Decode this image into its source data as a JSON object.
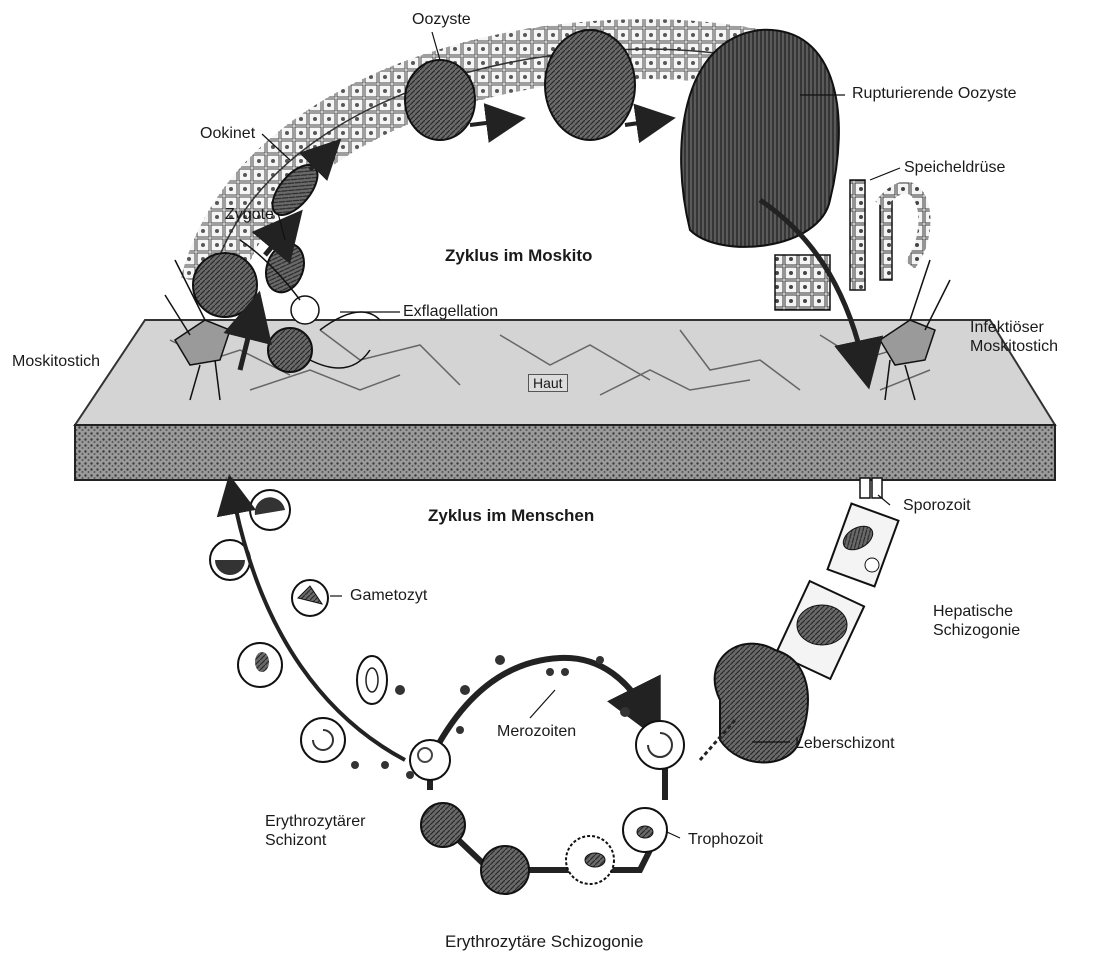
{
  "titles": {
    "moskito_cycle": "Zyklus im Moskito",
    "human_cycle": "Zyklus im Menschen",
    "erythro_schizogonie": "Erythrozytäre Schizogonie"
  },
  "labels": {
    "oozyste": "Oozyste",
    "rupturierende_oozyste": "Rupturierende Oozyste",
    "ookinet": "Ookinet",
    "speicheldruese": "Speicheldrüse",
    "zygote": "Zygote",
    "exflagellation": "Exflagellation",
    "moskitostich": "Moskitostich",
    "infektioeser_moskitostich": "Infektiöser\nMoskitostich",
    "haut": "Haut",
    "sporozoit": "Sporozoit",
    "gametozyt": "Gametozyt",
    "hepatische_schizogonie": "Hepatische\nSchizogonie",
    "merozoiten": "Merozoiten",
    "leberschizont": "Leberschizont",
    "erythrozytaerer_schizont": "Erythrozytärer\nSchizont",
    "trophozoit": "Trophozoit"
  }
}
